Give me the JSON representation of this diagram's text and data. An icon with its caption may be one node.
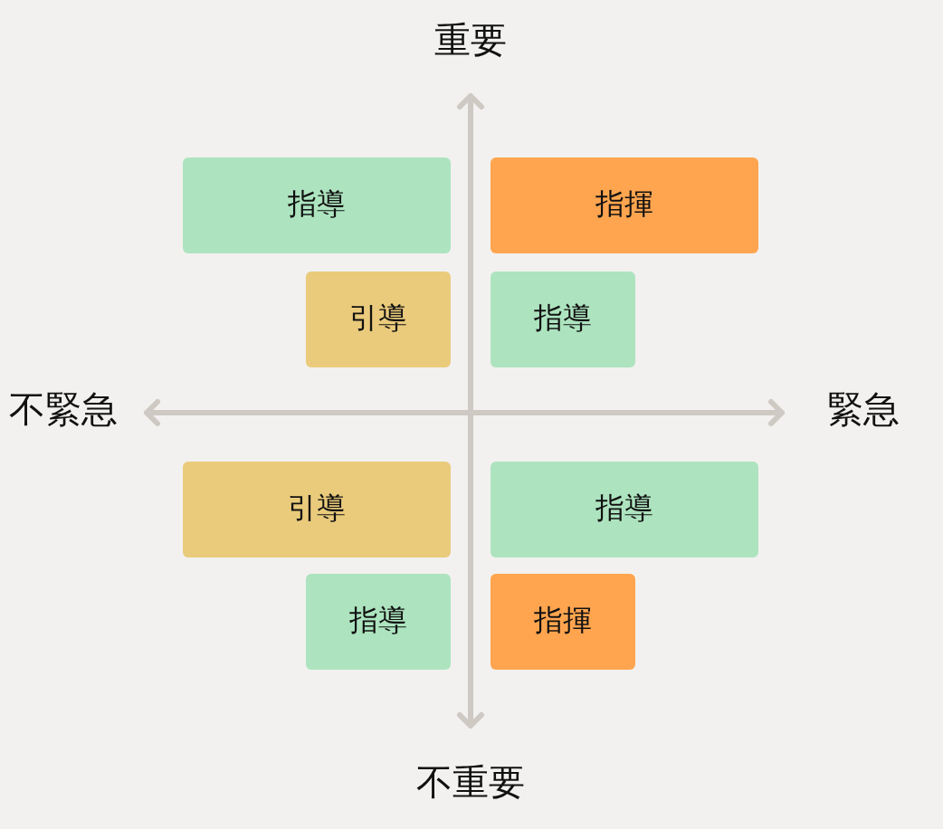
{
  "diagram": {
    "nodes": [
      {
        "text": [
          "指導"
        ]
      },
      {
        "text": [
          "指揮"
        ]
      },
      {
        "text": [
          "引導"
        ]
      },
      {
        "text": [
          "指導"
        ]
      },
      {
        "text": [
          "引導"
        ]
      },
      {
        "text": [
          "指導"
        ]
      },
      {
        "text": [
          "指導"
        ]
      },
      {
        "text": [
          "指揮"
        ]
      }
    ],
    "edges": [],
    "labels": [
      "重要",
      "不緊急",
      "緊急",
      "不重要"
    ]
  }
}
